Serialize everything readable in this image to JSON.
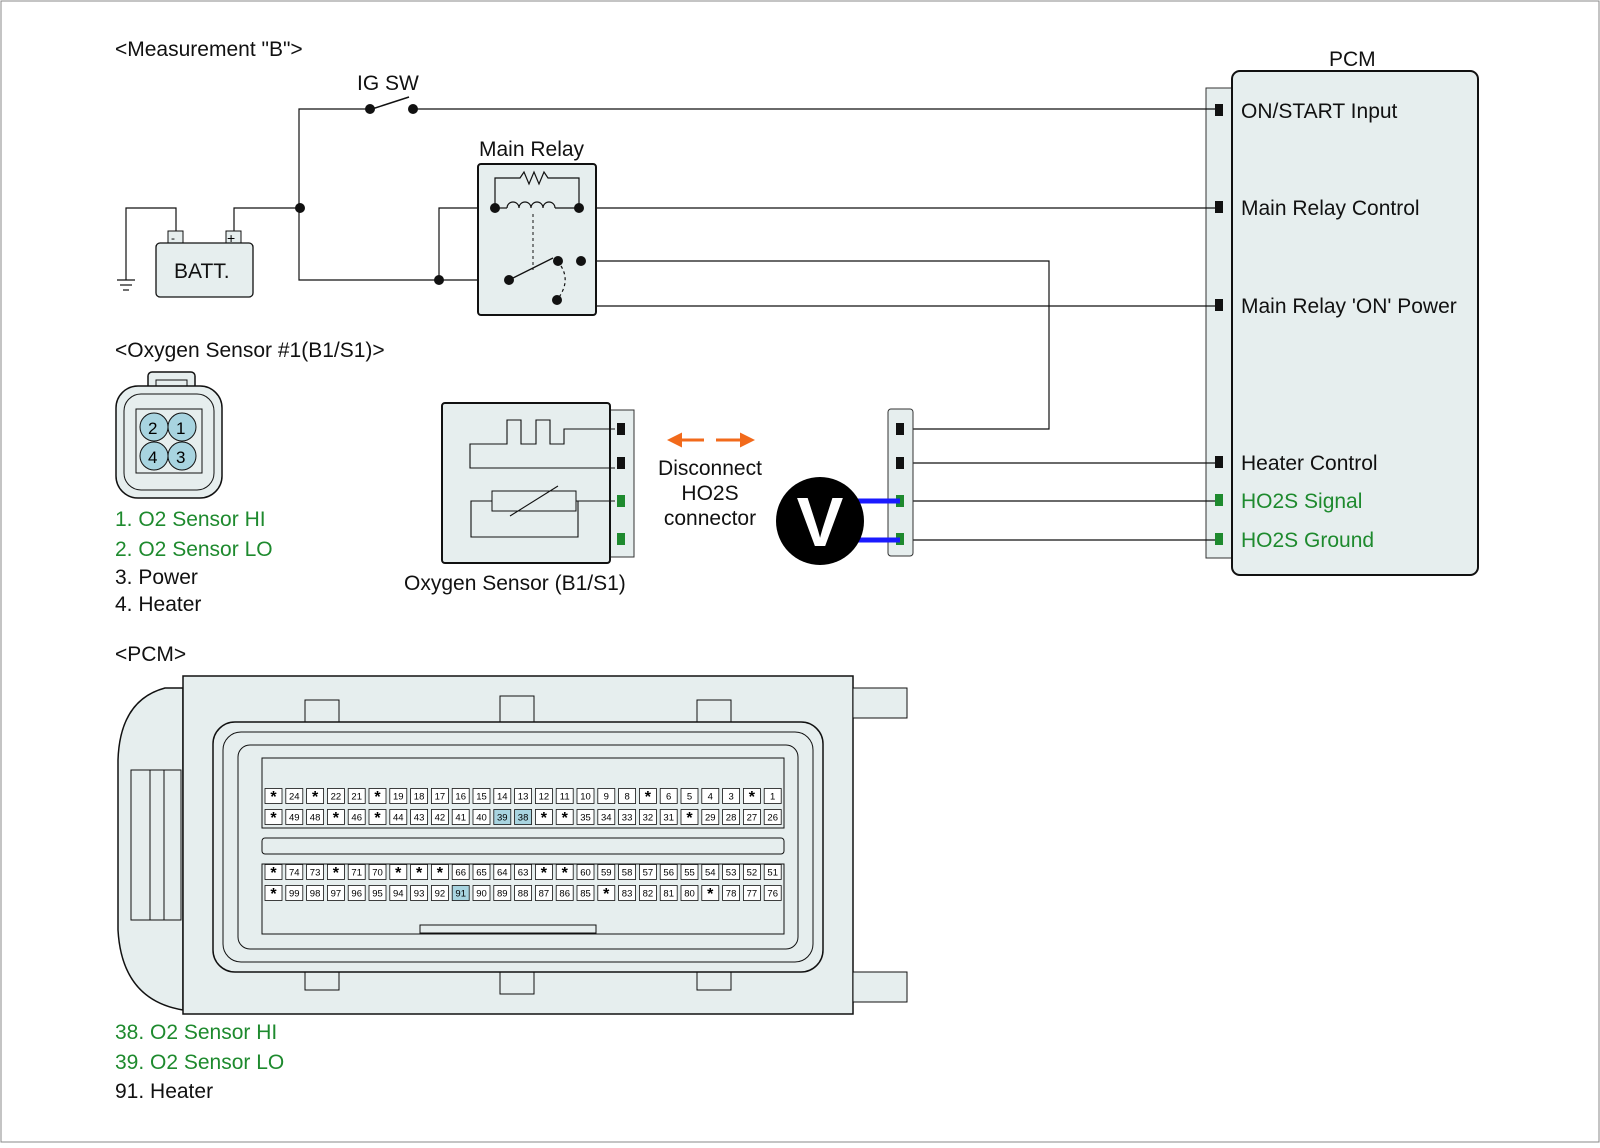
{
  "header": {
    "measurement_title": "<Measurement \"B\">"
  },
  "ig_switch": {
    "label": "IG SW"
  },
  "main_relay": {
    "label": "Main Relay"
  },
  "battery": {
    "label": "BATT.",
    "minus": "-",
    "plus": "+"
  },
  "pcm": {
    "title": "PCM",
    "terminals": [
      {
        "label": "ON/START Input"
      },
      {
        "label": "Main Relay Control"
      },
      {
        "label": "Main Relay 'ON' Power"
      },
      {
        "label": "Heater Control"
      },
      {
        "label": "HO2S  Signal"
      },
      {
        "label": "HO2S  Ground"
      }
    ]
  },
  "sensor_connector": {
    "title": "<Oxygen Sensor #1(B1/S1)>",
    "pins": [
      "2",
      "1",
      "4",
      "3"
    ],
    "legend": [
      {
        "text": "1. O2 Sensor HI"
      },
      {
        "text": "2. O2 Sensor LO"
      },
      {
        "text": "3. Power"
      },
      {
        "text": "4. Heater"
      }
    ]
  },
  "oxygen_sensor": {
    "label": "Oxygen Sensor (B1/S1)"
  },
  "disconnect_note": {
    "line1": "Disconnect",
    "line2": "HO2S",
    "line3": "connector"
  },
  "voltmeter": {
    "symbol": "V"
  },
  "pcm_connector": {
    "title": "<PCM>",
    "row1": [
      "*",
      "24",
      "*",
      "22",
      "21",
      "*",
      "19",
      "18",
      "17",
      "16",
      "15",
      "14",
      "13",
      "12",
      "11",
      "10",
      "9",
      "8",
      "*",
      "6",
      "5",
      "4",
      "3",
      "*",
      "1"
    ],
    "row2": [
      "*",
      "49",
      "48",
      "*",
      "46",
      "*",
      "44",
      "43",
      "42",
      "41",
      "40",
      "39",
      "38",
      "*",
      "*",
      "35",
      "34",
      "33",
      "32",
      "31",
      "*",
      "29",
      "28",
      "27",
      "26"
    ],
    "row3": [
      "*",
      "74",
      "73",
      "*",
      "71",
      "70",
      "*",
      "*",
      "*",
      "66",
      "65",
      "64",
      "63",
      "*",
      "*",
      "60",
      "59",
      "58",
      "57",
      "56",
      "55",
      "54",
      "53",
      "52",
      "51"
    ],
    "row4": [
      "*",
      "99",
      "98",
      "97",
      "96",
      "95",
      "94",
      "93",
      "92",
      "91",
      "90",
      "89",
      "88",
      "87",
      "86",
      "85",
      "*",
      "83",
      "82",
      "81",
      "80",
      "*",
      "78",
      "77",
      "76"
    ],
    "highlighted": [
      "38",
      "39",
      "91"
    ],
    "legend": [
      {
        "text": "38. O2 Sensor HI"
      },
      {
        "text": "39. O2 Sensor LO"
      },
      {
        "text": "91. Heater"
      }
    ]
  },
  "colors": {
    "green": "#1e8a2e",
    "box_fill": "#e6eeee",
    "pin_fill": "#a8d4e0",
    "arrow": "#f26a1b",
    "probe": "#1a1aff"
  }
}
